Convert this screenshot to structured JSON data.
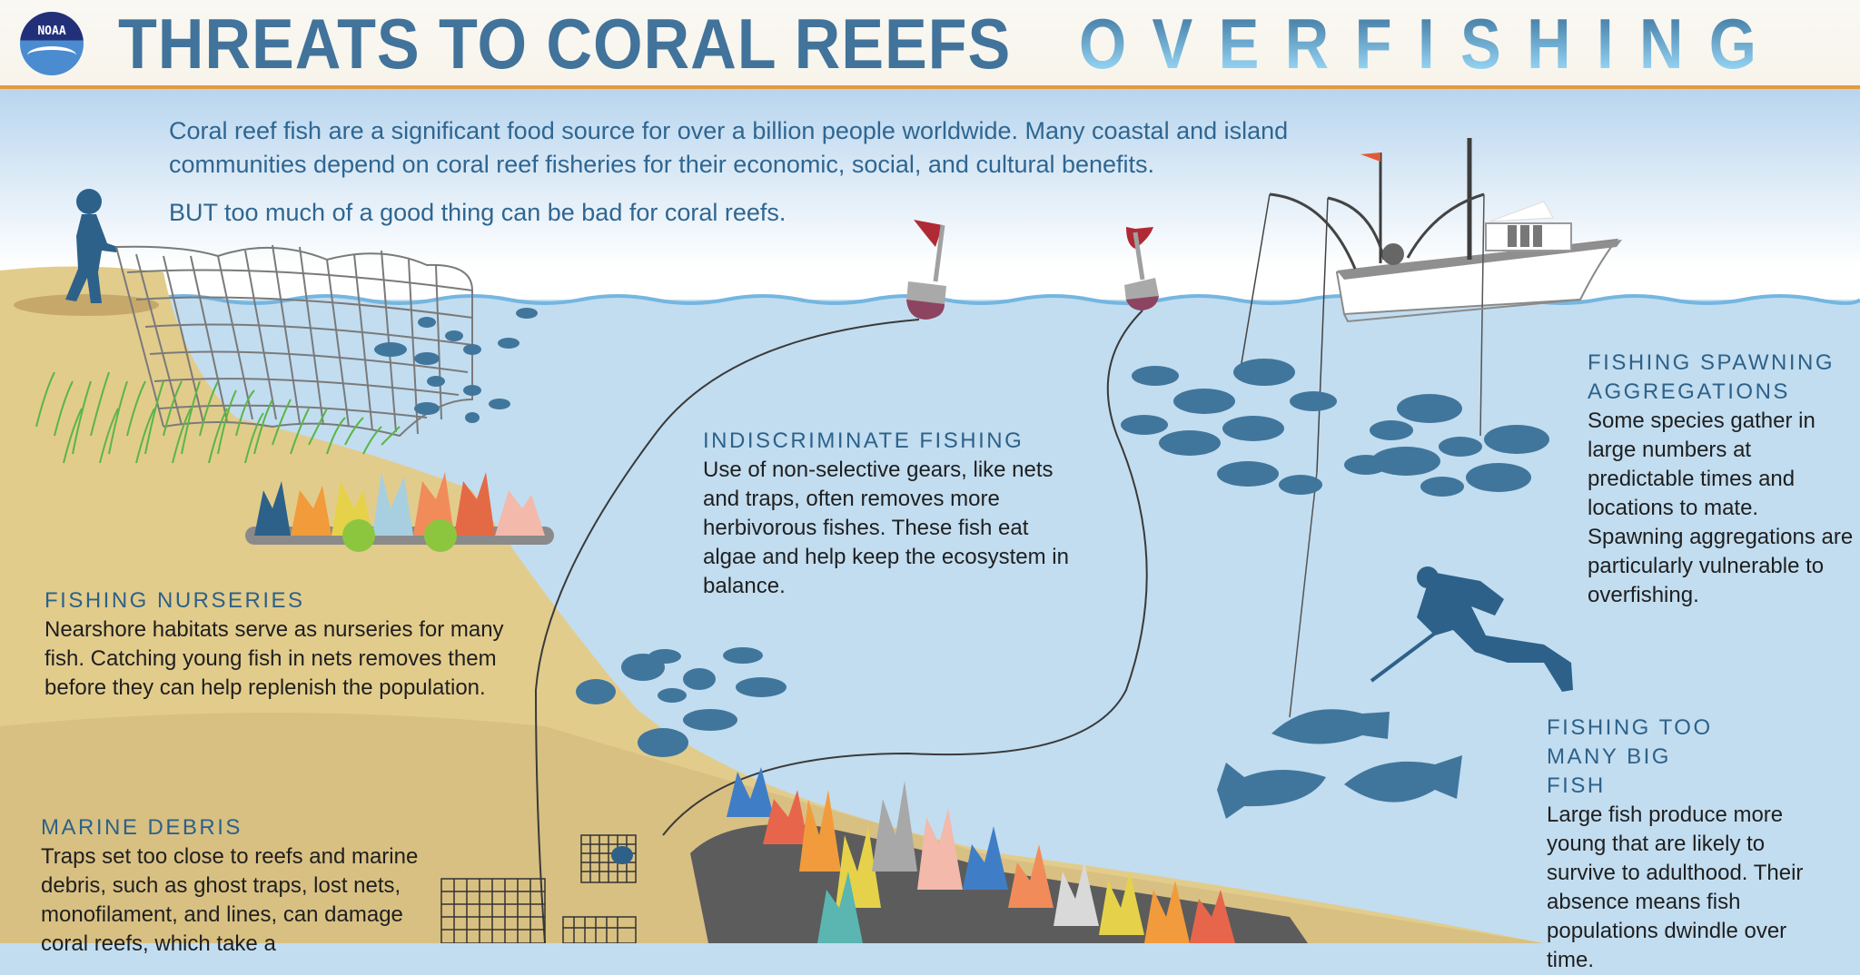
{
  "header": {
    "logo_text": "NOAA",
    "title": "THREATS TO CORAL REEFS",
    "subtitle": "OVERFISHING"
  },
  "intro": {
    "paragraph_1": "Coral reef fish are a significant food source for over a billion people worldwide.  Many coastal and island communities depend on coral reef fisheries for their economic, social, and cultural benefits.",
    "paragraph_2": "BUT too much of a good thing can be bad for coral reefs."
  },
  "sections": {
    "indiscriminate": {
      "heading": "INDISCRIMINATE FISHING",
      "body": "Use of non-selective gears, like nets and traps, often removes more herbivorous fishes. These fish eat algae and help keep the ecosystem in balance."
    },
    "spawning": {
      "heading": "FISHING SPAWNING AGGREGATIONS",
      "body": "Some species gather in large numbers at predictable times and locations to mate. Spawning aggregations are particularly vulnerable to overfishing."
    },
    "nurseries": {
      "heading": "FISHING NURSERIES",
      "body": "Nearshore habitats serve as nurseries for many fish. Catching young fish in nets removes them before they can help replenish the population."
    },
    "big_fish": {
      "heading": "FISHING TOO MANY BIG FISH",
      "body": "Large fish produce more young that are likely to survive to adulthood. Their absence means fish populations dwindle over time."
    },
    "debris": {
      "heading": "MARINE DEBRIS",
      "body": "Traps set too close to reefs and marine debris, such as ghost traps, lost nets, monofilament, and lines, can damage coral reefs, which take a"
    }
  },
  "colors": {
    "title_blue": "#41739b",
    "header_accent": "#e59a3d",
    "water": "#c2ddf0",
    "sand": "#e2cc8c",
    "fish": "#41769c",
    "buoy_red": "#b02a35"
  }
}
